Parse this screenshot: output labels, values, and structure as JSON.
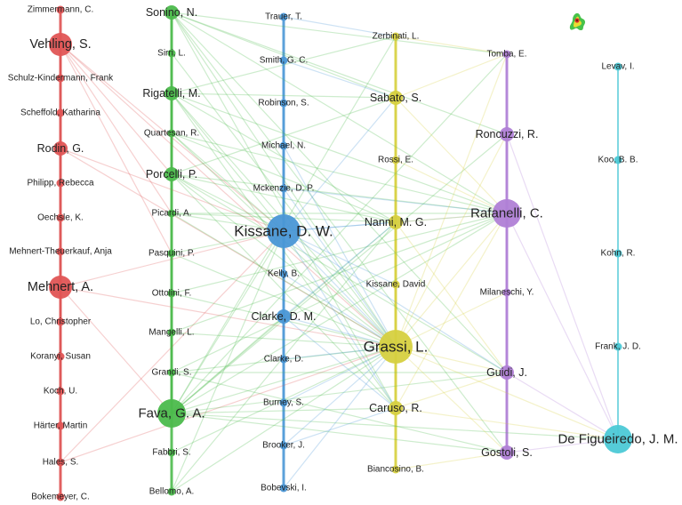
{
  "network": {
    "clusters": [
      {
        "id": "red",
        "color": "#e05555"
      },
      {
        "id": "green",
        "color": "#4cbb4c"
      },
      {
        "id": "blue",
        "color": "#4a97d6"
      },
      {
        "id": "yellow",
        "color": "#d6d040"
      },
      {
        "id": "purple",
        "color": "#b07fd6"
      },
      {
        "id": "cyan",
        "color": "#4cc9d6"
      }
    ],
    "nodes": [
      {
        "id": "zimmermann",
        "label": "Zimmermann, C.",
        "cluster": "red",
        "weight": 1
      },
      {
        "id": "vehling",
        "label": "Vehling, S.",
        "cluster": "red",
        "weight": 3
      },
      {
        "id": "schulz",
        "label": "Schulz-Kindermann, Frank",
        "cluster": "red",
        "weight": 1
      },
      {
        "id": "scheffold",
        "label": "Scheffold, Katharina",
        "cluster": "red",
        "weight": 1
      },
      {
        "id": "rodin",
        "label": "Rodin, G.",
        "cluster": "red",
        "weight": 2
      },
      {
        "id": "philipp",
        "label": "Philipp, Rebecca",
        "cluster": "red",
        "weight": 1
      },
      {
        "id": "oechsle",
        "label": "Oechsle, K.",
        "cluster": "red",
        "weight": 1
      },
      {
        "id": "mehnertth",
        "label": "Mehnert-Theuerkauf, Anja",
        "cluster": "red",
        "weight": 1
      },
      {
        "id": "mehnert",
        "label": "Mehnert, A.",
        "cluster": "red",
        "weight": 3
      },
      {
        "id": "lo",
        "label": "Lo, Christopher",
        "cluster": "red",
        "weight": 1
      },
      {
        "id": "koranyi",
        "label": "Koranyi, Susan",
        "cluster": "red",
        "weight": 1
      },
      {
        "id": "koch",
        "label": "Koch, U.",
        "cluster": "red",
        "weight": 1
      },
      {
        "id": "harter",
        "label": "Härter, Martin",
        "cluster": "red",
        "weight": 1
      },
      {
        "id": "hales",
        "label": "Hales, S.",
        "cluster": "red",
        "weight": 1
      },
      {
        "id": "bokemeyer",
        "label": "Bokemeyer, C.",
        "cluster": "red",
        "weight": 1
      },
      {
        "id": "sonino",
        "label": "Sonino, N.",
        "cluster": "green",
        "weight": 2
      },
      {
        "id": "sirri",
        "label": "Sirri, L.",
        "cluster": "green",
        "weight": 1
      },
      {
        "id": "rigatelli",
        "label": "Rigatelli, M.",
        "cluster": "green",
        "weight": 2
      },
      {
        "id": "quartesan",
        "label": "Quartesan, R.",
        "cluster": "green",
        "weight": 1
      },
      {
        "id": "porcelli",
        "label": "Porcelli, P.",
        "cluster": "green",
        "weight": 2
      },
      {
        "id": "picardi",
        "label": "Picardi, A.",
        "cluster": "green",
        "weight": 1
      },
      {
        "id": "pasquini",
        "label": "Pasquini, P.",
        "cluster": "green",
        "weight": 1
      },
      {
        "id": "ottolini",
        "label": "Ottolini, F.",
        "cluster": "green",
        "weight": 1
      },
      {
        "id": "mangelli",
        "label": "Mangelli, L.",
        "cluster": "green",
        "weight": 1
      },
      {
        "id": "grandi",
        "label": "Grandi, S.",
        "cluster": "green",
        "weight": 1
      },
      {
        "id": "fava",
        "label": "Fava, G. A.",
        "cluster": "green",
        "weight": 4
      },
      {
        "id": "fabbri",
        "label": "Fabbri, S.",
        "cluster": "green",
        "weight": 1
      },
      {
        "id": "bellomo",
        "label": "Bellomo, A.",
        "cluster": "green",
        "weight": 1
      },
      {
        "id": "trauer",
        "label": "Trauer, T.",
        "cluster": "blue",
        "weight": 1
      },
      {
        "id": "smith",
        "label": "Smith, G. C.",
        "cluster": "blue",
        "weight": 1
      },
      {
        "id": "robinson",
        "label": "Robinson, S.",
        "cluster": "blue",
        "weight": 1
      },
      {
        "id": "michael",
        "label": "Michael, N.",
        "cluster": "blue",
        "weight": 1
      },
      {
        "id": "mckenzie",
        "label": "Mckenzie, D. P.",
        "cluster": "blue",
        "weight": 1
      },
      {
        "id": "kissanedw",
        "label": "Kissane, D. W.",
        "cluster": "blue",
        "weight": 5
      },
      {
        "id": "kelly",
        "label": "Kelly, B.",
        "cluster": "blue",
        "weight": 1
      },
      {
        "id": "clarkedm",
        "label": "Clarke, D. M.",
        "cluster": "blue",
        "weight": 2
      },
      {
        "id": "clarked",
        "label": "Clarke, D.",
        "cluster": "blue",
        "weight": 1
      },
      {
        "id": "burney",
        "label": "Burney, S.",
        "cluster": "blue",
        "weight": 1
      },
      {
        "id": "brooker",
        "label": "Brooker, J.",
        "cluster": "blue",
        "weight": 1
      },
      {
        "id": "bobevski",
        "label": "Bobevski, I.",
        "cluster": "blue",
        "weight": 1
      },
      {
        "id": "zerbinati",
        "label": "Zerbinati, L.",
        "cluster": "yellow",
        "weight": 1
      },
      {
        "id": "sabato",
        "label": "Sabato, S.",
        "cluster": "yellow",
        "weight": 2
      },
      {
        "id": "rossi",
        "label": "Rossi, E.",
        "cluster": "yellow",
        "weight": 1
      },
      {
        "id": "nanni",
        "label": "Nanni, M. G.",
        "cluster": "yellow",
        "weight": 2
      },
      {
        "id": "kissanedavid",
        "label": "Kissane, David",
        "cluster": "yellow",
        "weight": 1
      },
      {
        "id": "grassi",
        "label": "Grassi, L.",
        "cluster": "yellow",
        "weight": 5
      },
      {
        "id": "caruso",
        "label": "Caruso, R.",
        "cluster": "yellow",
        "weight": 2
      },
      {
        "id": "biancosino",
        "label": "Biancosino, B.",
        "cluster": "yellow",
        "weight": 1
      },
      {
        "id": "tomba",
        "label": "Tomba, E.",
        "cluster": "purple",
        "weight": 1
      },
      {
        "id": "roncuzzi",
        "label": "Roncuzzi, R.",
        "cluster": "purple",
        "weight": 2
      },
      {
        "id": "rafanelli",
        "label": "Rafanelli, C.",
        "cluster": "purple",
        "weight": 4
      },
      {
        "id": "milaneschi",
        "label": "Milaneschi, Y.",
        "cluster": "purple",
        "weight": 1
      },
      {
        "id": "guidi",
        "label": "Guidi, J.",
        "cluster": "purple",
        "weight": 2
      },
      {
        "id": "gostoli",
        "label": "Gostoli, S.",
        "cluster": "purple",
        "weight": 2
      },
      {
        "id": "levav",
        "label": "Levav, I.",
        "cluster": "cyan",
        "weight": 1
      },
      {
        "id": "koo",
        "label": "Koo, B. B.",
        "cluster": "cyan",
        "weight": 1
      },
      {
        "id": "kohn",
        "label": "Kohn, R.",
        "cluster": "cyan",
        "weight": 1
      },
      {
        "id": "frank",
        "label": "Frank, J. D.",
        "cluster": "cyan",
        "weight": 1
      },
      {
        "id": "defigueiredo",
        "label": "De Figueiredo, J. M.",
        "cluster": "cyan",
        "weight": 4
      }
    ],
    "edges": [
      [
        "vehling",
        "mehnert"
      ],
      [
        "vehling",
        "rodin"
      ],
      [
        "vehling",
        "oechsle"
      ],
      [
        "vehling",
        "philipp"
      ],
      [
        "vehling",
        "schulz"
      ],
      [
        "vehling",
        "scheffold"
      ],
      [
        "vehling",
        "porcelli"
      ],
      [
        "vehling",
        "kissanedw"
      ],
      [
        "vehling",
        "grassi"
      ],
      [
        "vehling",
        "pasquini"
      ],
      [
        "vehling",
        "picardi"
      ],
      [
        "mehnert",
        "koch"
      ],
      [
        "mehnert",
        "hales"
      ],
      [
        "mehnert",
        "rodin"
      ],
      [
        "mehnert",
        "harter"
      ],
      [
        "mehnert",
        "koranyi"
      ],
      [
        "mehnert",
        "lo"
      ],
      [
        "mehnert",
        "grassi"
      ],
      [
        "mehnert",
        "kissanedw"
      ],
      [
        "mehnert",
        "fava"
      ],
      [
        "rodin",
        "hales"
      ],
      [
        "rodin",
        "grassi"
      ],
      [
        "rodin",
        "kissanedw"
      ],
      [
        "hales",
        "bokemeyer"
      ],
      [
        "hales",
        "grassi"
      ],
      [
        "hales",
        "kissanedw"
      ],
      [
        "zimmermann",
        "vehling"
      ],
      [
        "scheffold",
        "mehnert"
      ],
      [
        "oechsle",
        "bokemeyer"
      ],
      [
        "sonino",
        "fava"
      ],
      [
        "sonino",
        "rafanelli"
      ],
      [
        "sonino",
        "grassi"
      ],
      [
        "sonino",
        "guidi"
      ],
      [
        "sonino",
        "porcelli"
      ],
      [
        "sonino",
        "tomba"
      ],
      [
        "sonino",
        "roncuzzi"
      ],
      [
        "sonino",
        "grandi"
      ],
      [
        "sonino",
        "sabato"
      ],
      [
        "sonino",
        "caruso"
      ],
      [
        "sonino",
        "gostoli"
      ],
      [
        "fava",
        "rafanelli"
      ],
      [
        "fava",
        "grassi"
      ],
      [
        "fava",
        "guidi"
      ],
      [
        "fava",
        "gostoli"
      ],
      [
        "fava",
        "tomba"
      ],
      [
        "fava",
        "roncuzzi"
      ],
      [
        "fava",
        "porcelli"
      ],
      [
        "fava",
        "grandi"
      ],
      [
        "fava",
        "sirri"
      ],
      [
        "fava",
        "rigatelli"
      ],
      [
        "fava",
        "mangelli"
      ],
      [
        "fava",
        "ottolini"
      ],
      [
        "fava",
        "nanni"
      ],
      [
        "fava",
        "kissanedw"
      ],
      [
        "fava",
        "caruso"
      ],
      [
        "fava",
        "defigueiredo"
      ],
      [
        "fava",
        "clarkedm"
      ],
      [
        "fava",
        "zerbinati"
      ],
      [
        "porcelli",
        "rafanelli"
      ],
      [
        "porcelli",
        "grassi"
      ],
      [
        "porcelli",
        "rigatelli"
      ],
      [
        "porcelli",
        "kissanedw"
      ],
      [
        "porcelli",
        "guidi"
      ],
      [
        "porcelli",
        "nanni"
      ],
      [
        "porcelli",
        "sabato"
      ],
      [
        "porcelli",
        "caruso"
      ],
      [
        "porcelli",
        "sirri"
      ],
      [
        "rigatelli",
        "grassi"
      ],
      [
        "rigatelli",
        "nanni"
      ],
      [
        "rigatelli",
        "sabato"
      ],
      [
        "rigatelli",
        "rafanelli"
      ],
      [
        "rigatelli",
        "kissanedw"
      ],
      [
        "rigatelli",
        "caruso"
      ],
      [
        "rigatelli",
        "zerbinati"
      ],
      [
        "quartesan",
        "grassi"
      ],
      [
        "quartesan",
        "nanni"
      ],
      [
        "quartesan",
        "kissanedw"
      ],
      [
        "quartesan",
        "rafanelli"
      ],
      [
        "picardi",
        "grassi"
      ],
      [
        "picardi",
        "kissanedw"
      ],
      [
        "picardi",
        "nanni"
      ],
      [
        "picardi",
        "rafanelli"
      ],
      [
        "pasquini",
        "grassi"
      ],
      [
        "pasquini",
        "kissanedw"
      ],
      [
        "ottolini",
        "rafanelli"
      ],
      [
        "ottolini",
        "grassi"
      ],
      [
        "mangelli",
        "rafanelli"
      ],
      [
        "mangelli",
        "grassi"
      ],
      [
        "grandi",
        "rafanelli"
      ],
      [
        "grandi",
        "grassi"
      ],
      [
        "grandi",
        "guidi"
      ],
      [
        "grandi",
        "gostoli"
      ],
      [
        "bellomo",
        "grassi"
      ],
      [
        "bellomo",
        "kissanedw"
      ],
      [
        "bellomo",
        "nanni"
      ],
      [
        "fabbri",
        "grassi"
      ],
      [
        "sirri",
        "grassi"
      ],
      [
        "kissanedw",
        "grassi"
      ],
      [
        "kissanedw",
        "clarkedm"
      ],
      [
        "kissanedw",
        "nanni"
      ],
      [
        "kissanedw",
        "rafanelli"
      ],
      [
        "kissanedw",
        "mckenzie"
      ],
      [
        "kissanedw",
        "michael"
      ],
      [
        "kissanedw",
        "kelly"
      ],
      [
        "kissanedw",
        "robinson"
      ],
      [
        "kissanedw",
        "smith"
      ],
      [
        "kissanedw",
        "brooker"
      ],
      [
        "kissanedw",
        "burney"
      ],
      [
        "kissanedw",
        "sabato"
      ],
      [
        "kissanedw",
        "caruso"
      ],
      [
        "kissanedw",
        "guidi"
      ],
      [
        "kissanedw",
        "kissanedavid"
      ],
      [
        "clarkedm",
        "grassi"
      ],
      [
        "clarkedm",
        "nanni"
      ],
      [
        "clarkedm",
        "caruso"
      ],
      [
        "clarked",
        "grassi"
      ],
      [
        "burney",
        "grassi"
      ],
      [
        "brooker",
        "grassi"
      ],
      [
        "brooker",
        "caruso"
      ],
      [
        "mckenzie",
        "rafanelli"
      ],
      [
        "mckenzie",
        "grassi"
      ],
      [
        "trauer",
        "zerbinati"
      ],
      [
        "smith",
        "sabato"
      ],
      [
        "michael",
        "grassi"
      ],
      [
        "kelly",
        "grassi"
      ],
      [
        "bobevski",
        "grassi"
      ],
      [
        "grassi",
        "rafanelli"
      ],
      [
        "grassi",
        "nanni"
      ],
      [
        "grassi",
        "caruso"
      ],
      [
        "grassi",
        "sabato"
      ],
      [
        "grassi",
        "zerbinati"
      ],
      [
        "grassi",
        "guidi"
      ],
      [
        "grassi",
        "roncuzzi"
      ],
      [
        "grassi",
        "gostoli"
      ],
      [
        "grassi",
        "defigueiredo"
      ],
      [
        "grassi",
        "rossi"
      ],
      [
        "grassi",
        "kissanedavid"
      ],
      [
        "grassi",
        "biancosino"
      ],
      [
        "grassi",
        "tomba"
      ],
      [
        "grassi",
        "milaneschi"
      ],
      [
        "nanni",
        "rafanelli"
      ],
      [
        "nanni",
        "caruso"
      ],
      [
        "nanni",
        "sabato"
      ],
      [
        "nanni",
        "guidi"
      ],
      [
        "caruso",
        "guidi"
      ],
      [
        "caruso",
        "rafanelli"
      ],
      [
        "caruso",
        "defigueiredo"
      ],
      [
        "sabato",
        "rafanelli"
      ],
      [
        "sabato",
        "tomba"
      ],
      [
        "zerbinati",
        "tomba"
      ],
      [
        "rossi",
        "rafanelli"
      ],
      [
        "biancosino",
        "gostoli"
      ],
      [
        "rafanelli",
        "guidi"
      ],
      [
        "rafanelli",
        "roncuzzi"
      ],
      [
        "rafanelli",
        "tomba"
      ],
      [
        "rafanelli",
        "gostoli"
      ],
      [
        "rafanelli",
        "milaneschi"
      ],
      [
        "rafanelli",
        "defigueiredo"
      ],
      [
        "guidi",
        "defigueiredo"
      ],
      [
        "guidi",
        "gostoli"
      ],
      [
        "gostoli",
        "defigueiredo"
      ],
      [
        "roncuzzi",
        "defigueiredo"
      ],
      [
        "tomba",
        "guidi"
      ],
      [
        "levav",
        "koo"
      ],
      [
        "koo",
        "kohn"
      ],
      [
        "kohn",
        "frank"
      ],
      [
        "frank",
        "defigueiredo"
      ]
    ]
  }
}
